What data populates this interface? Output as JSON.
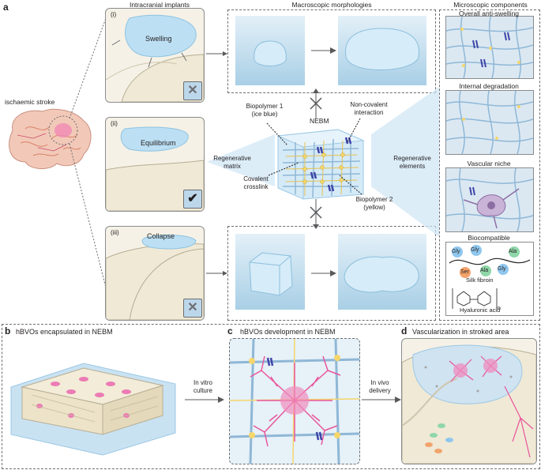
{
  "panel_a": {
    "letter": "a",
    "ischaemic_label": "ischaemic stroke",
    "col_intracranial": "Intracranial implants",
    "col_macroscopic": "Macroscopic morphologies",
    "col_microscopic": "Microscopic components",
    "implants": [
      {
        "numeral": "(i)",
        "label": "Swelling",
        "status": "cross"
      },
      {
        "numeral": "(ii)",
        "label": "Equilibrium",
        "status": "check"
      },
      {
        "numeral": "(iii)",
        "label": "Collapse",
        "status": "cross"
      }
    ],
    "center": {
      "nebm": "NEBM",
      "biopolymer1": "Biopolymer 1\n(ice blue)",
      "noncovalent": "Non-covalent\ninteraction",
      "covalent": "Covalent\ncrosslink",
      "biopolymer2": "Biopolymer 2\n(yellow)",
      "regen_matrix": "Regenerative\nmatrix",
      "regen_elements": "Regenerative\nelements"
    },
    "micro": {
      "anti_swelling": "Overall anti-swelling",
      "degradation": "Internal degradation",
      "vascular": "Vascular niche",
      "biocompatible": "Biocompatible",
      "silk": "Silk fibroin",
      "hyaluronic": "Hyaluronic acid",
      "aa": [
        "Gly",
        "Gly",
        "Ser",
        "Ala",
        "Gly",
        "Ala"
      ],
      "n": "n"
    }
  },
  "panel_b": {
    "letter": "b",
    "title": "hBVOs encapsulated in NEBM",
    "arrow_label": "In vitro\nculture"
  },
  "panel_c": {
    "letter": "c",
    "title": "hBVOs development in NEBM",
    "arrow_label": "In vivo\ndelivery"
  },
  "panel_d": {
    "letter": "d",
    "title": "Vascularization in stroked area"
  },
  "colors": {
    "ice_blue": "#a9d4ee",
    "yellow": "#f5d66b",
    "pink": "#e9559b",
    "purple_crosslink": "#3f45a8",
    "brain": "#f2c9b8"
  }
}
